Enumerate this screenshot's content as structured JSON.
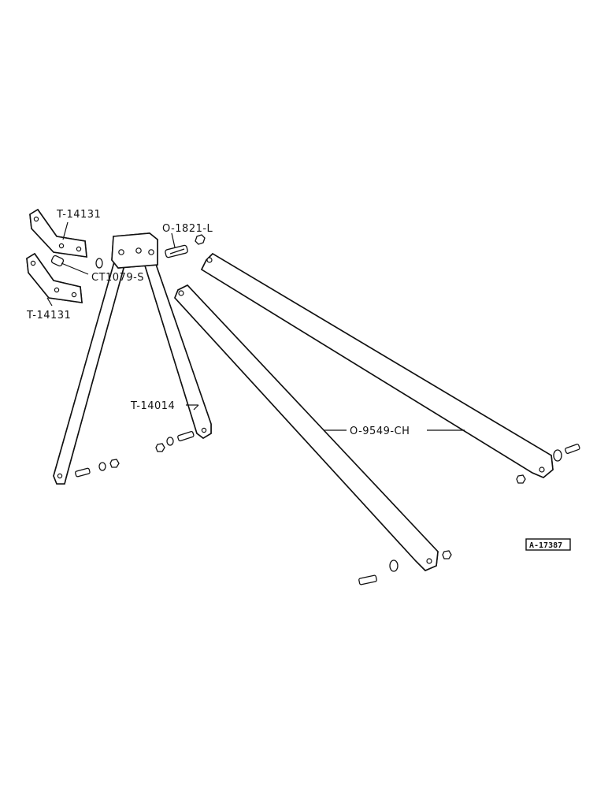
{
  "labels": {
    "bracket_upper": "T-14131",
    "bracket_lower": "T-14131",
    "spacer": "CT1079-S",
    "pin": "O-1821-L",
    "a_frame": "T-14014",
    "brace": "O-9549-CH",
    "drawing_ref": "A-17387"
  }
}
